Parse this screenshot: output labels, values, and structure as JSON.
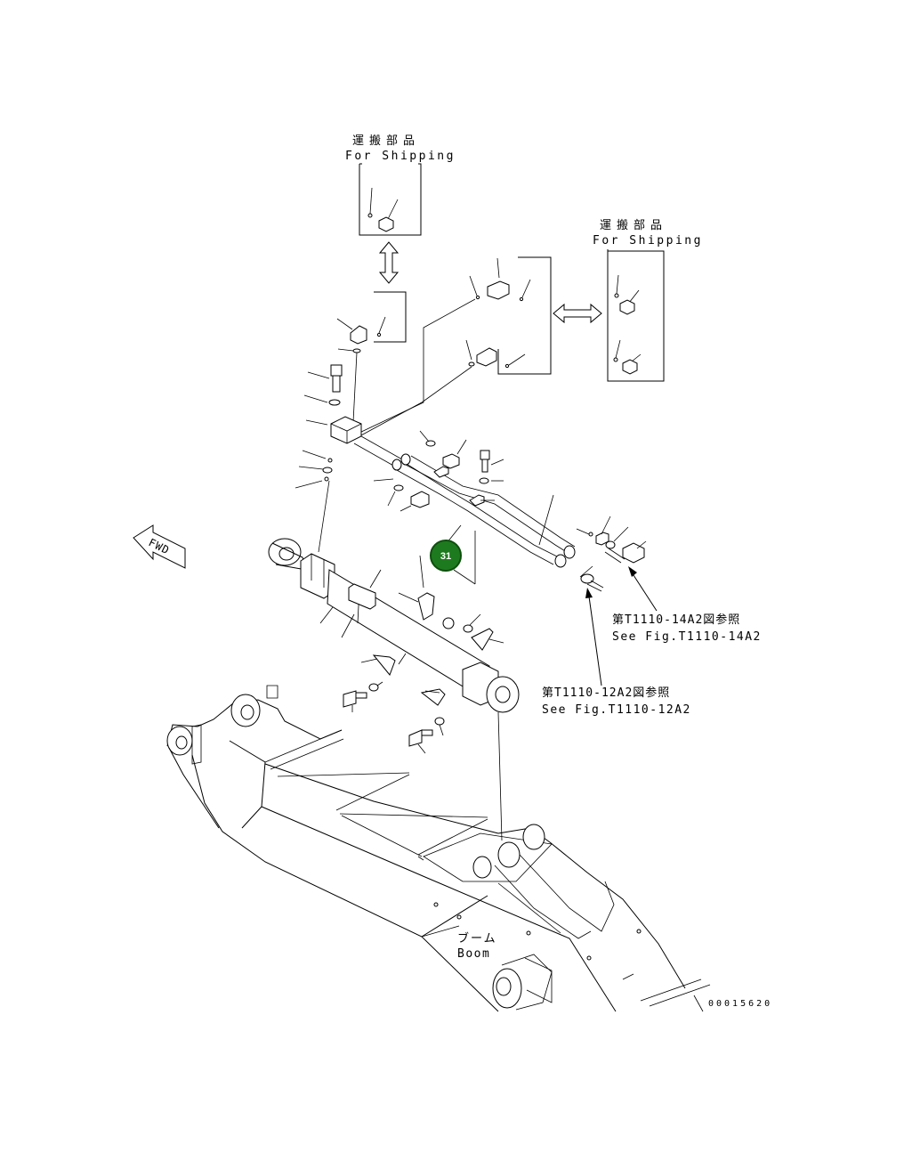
{
  "shipping_box_top": {
    "label_jp": "運搬部品",
    "label_en": "For Shipping"
  },
  "shipping_box_right": {
    "label_jp": "運搬部品",
    "label_en": "For Shipping"
  },
  "ref_upper": {
    "label_jp": "第T1110-14A2図参照",
    "label_en": "See Fig.T1110-14A2"
  },
  "ref_lower": {
    "label_jp": "第T1110-12A2図参照",
    "label_en": "See Fig.T1110-12A2"
  },
  "fwd_label": "FWD",
  "boom_label": {
    "jp": "ブーム",
    "en": "Boom"
  },
  "callout": {
    "number": "31",
    "color": "#1e7a1e"
  },
  "drawing_code": "00015620"
}
